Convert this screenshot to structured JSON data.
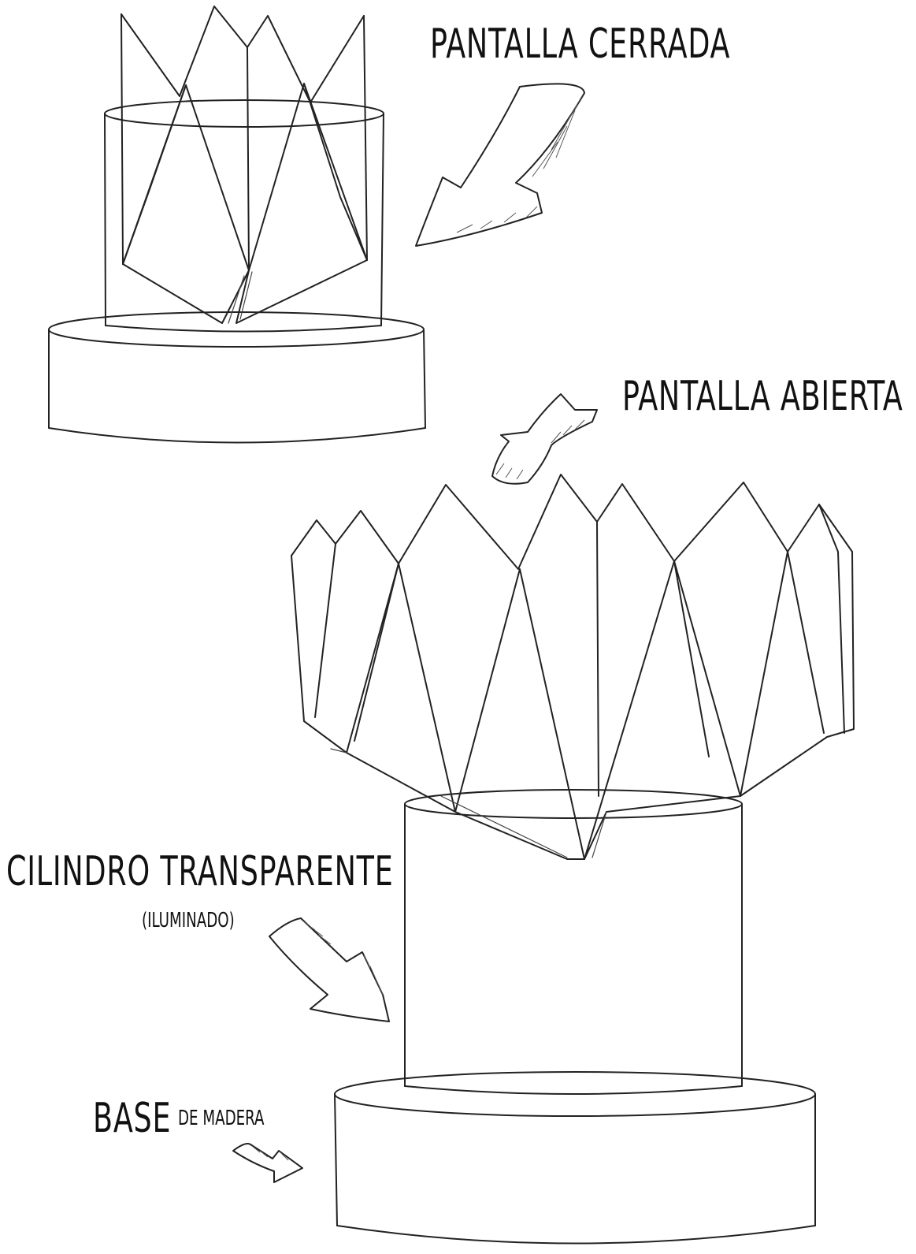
{
  "labels": {
    "closed_shade": "PANTALLA CERRADA",
    "open_shade": "PANTALLA ABIERTA",
    "cylinder": "CILINDRO TRANSPARENTE",
    "cylinder_note": "(ILUMINADO)",
    "base": "BASE",
    "base_note": "DE MADERA"
  },
  "icons": {
    "arrow": "curved-arrow-icon"
  },
  "colors": {
    "ink": "#222222",
    "paper": "#ffffff"
  }
}
